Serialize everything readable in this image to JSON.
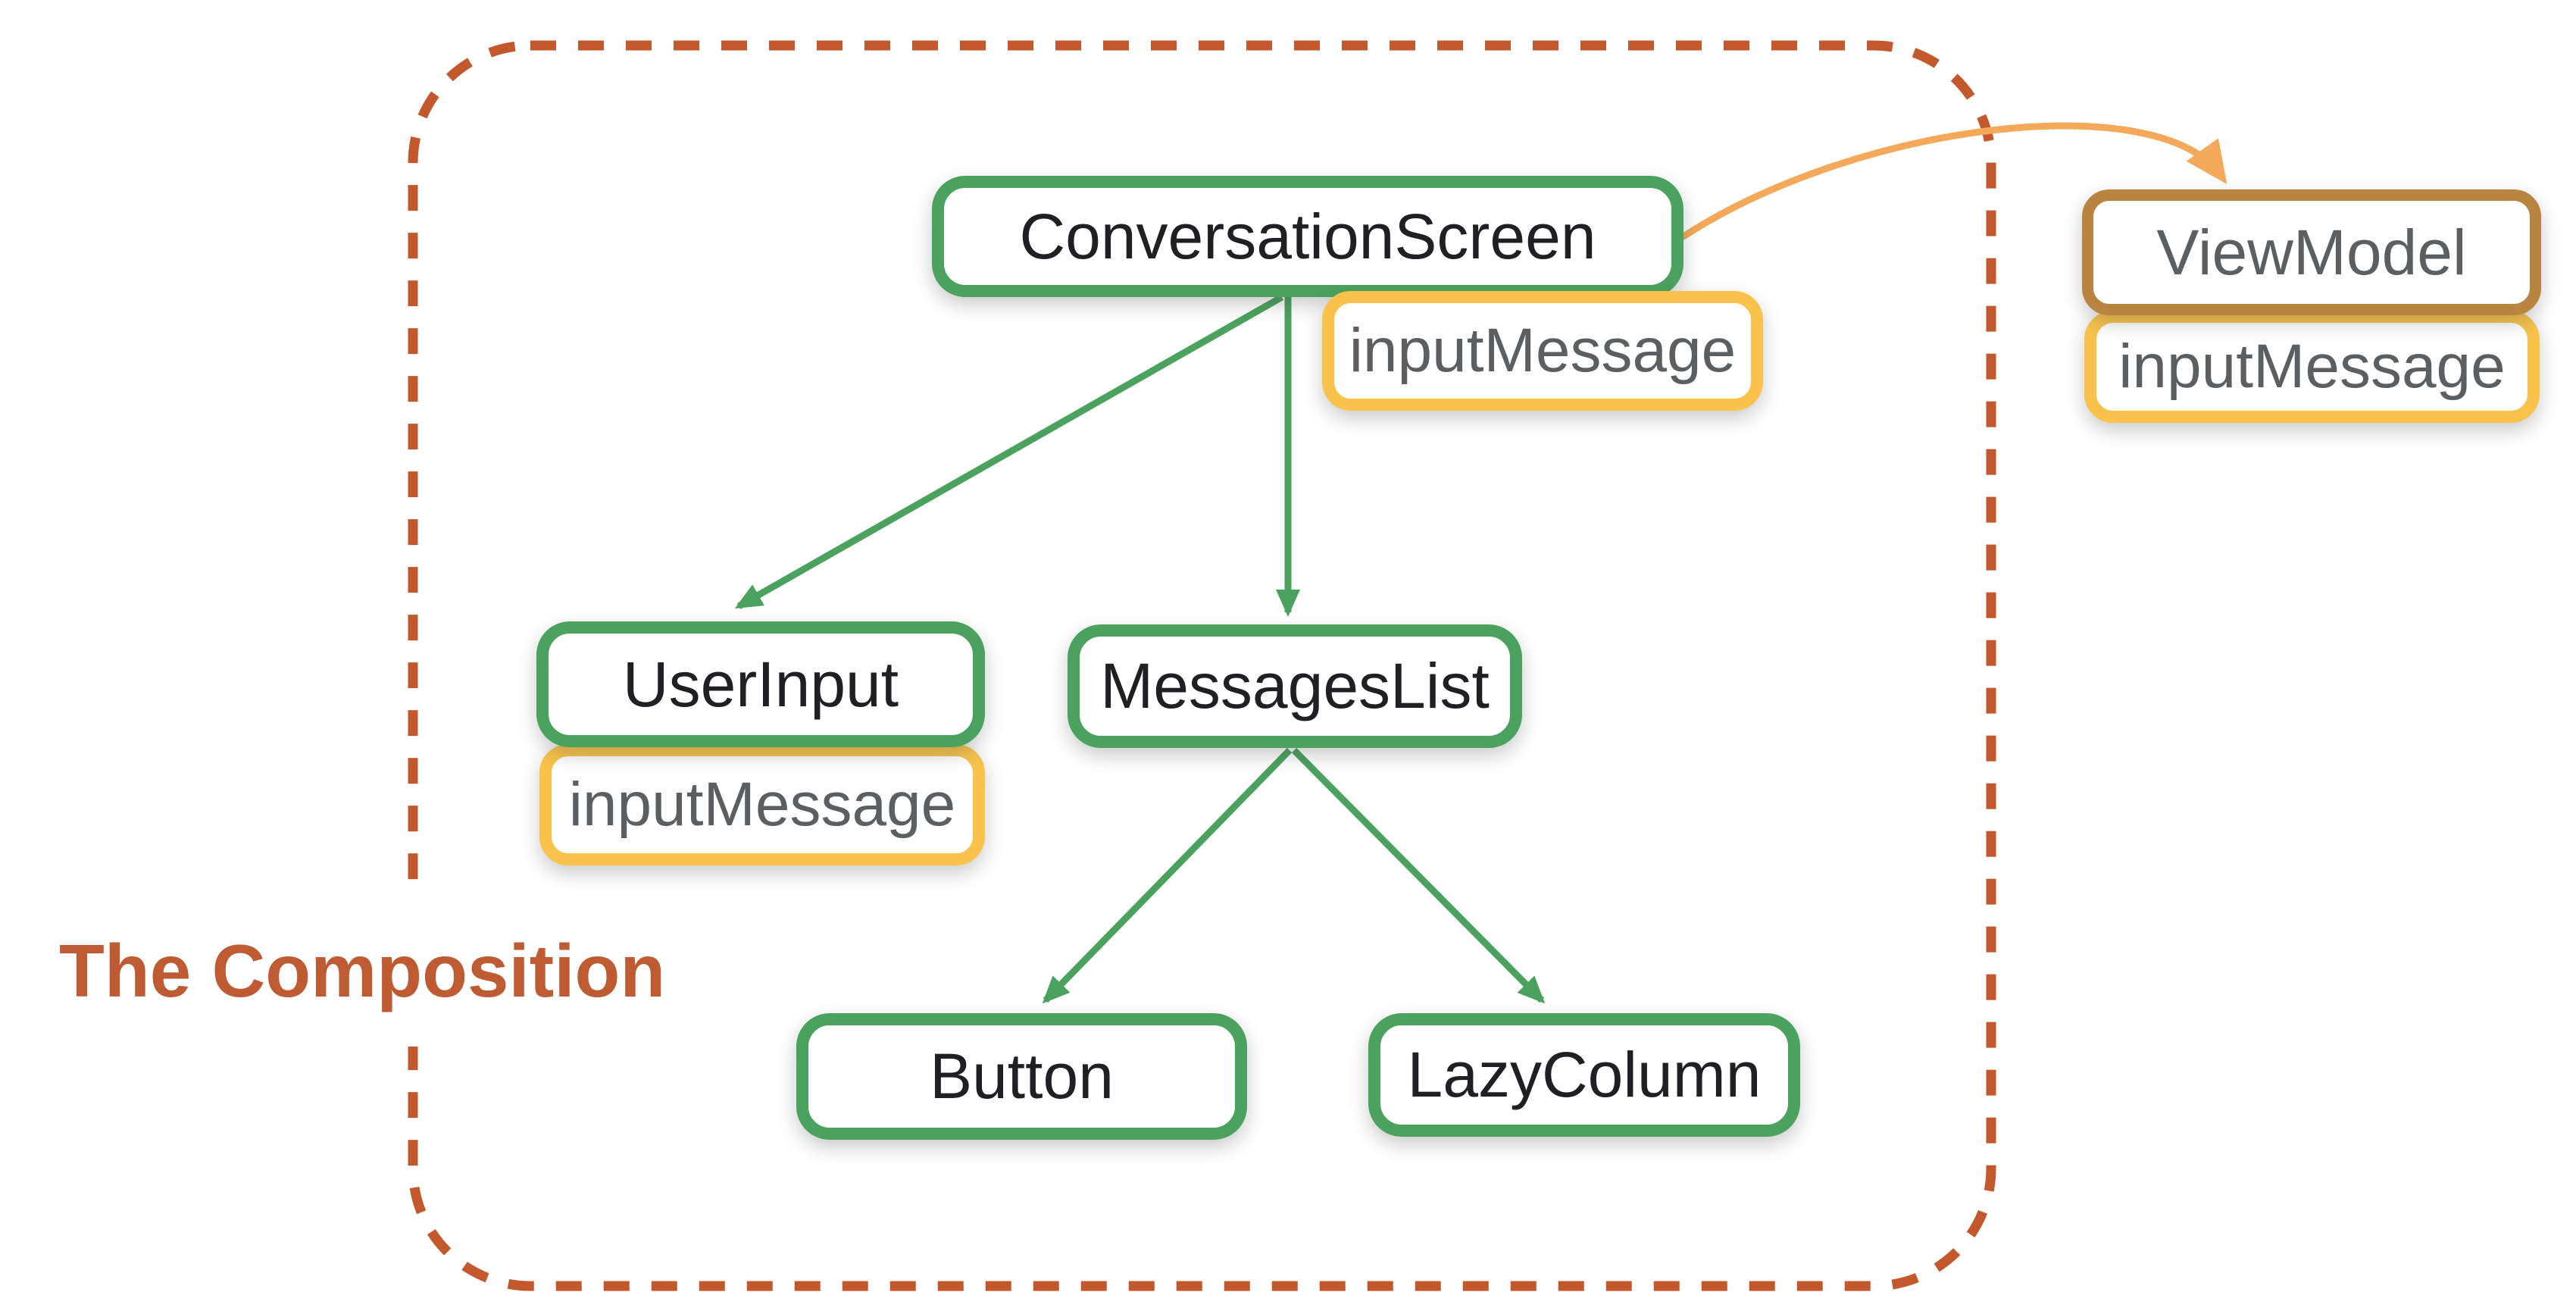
{
  "diagram": {
    "title": "The Composition",
    "nodes": {
      "conversation_screen": {
        "label": "ConversationScreen"
      },
      "user_input": {
        "label": "UserInput"
      },
      "messages_list": {
        "label": "MessagesList"
      },
      "button": {
        "label": "Button"
      },
      "lazy_column": {
        "label": "LazyColumn"
      },
      "view_model": {
        "label": "ViewModel"
      }
    },
    "state_labels": {
      "conversation_screen_state": "inputMessage",
      "user_input_state": "inputMessage",
      "view_model_state": "inputMessage"
    },
    "edges": [
      {
        "from": "ConversationScreen",
        "to": "UserInput",
        "style": "green-arrow"
      },
      {
        "from": "ConversationScreen",
        "to": "MessagesList",
        "style": "green-arrow"
      },
      {
        "from": "MessagesList",
        "to": "Button",
        "style": "green-arrow"
      },
      {
        "from": "MessagesList",
        "to": "LazyColumn",
        "style": "green-arrow"
      },
      {
        "from": "ConversationScreen",
        "to": "ViewModel",
        "style": "orange-curved-arrow"
      }
    ],
    "colors": {
      "composable_border": "#4BA25E",
      "state_border": "#F9C34B",
      "view_model_border": "#B8843F",
      "boundary_dash": "#C3582D",
      "title_text": "#BE5B33",
      "arrow_orange": "#F3A959",
      "node_text": "#1F2023",
      "state_text": "#5C5F62"
    }
  }
}
